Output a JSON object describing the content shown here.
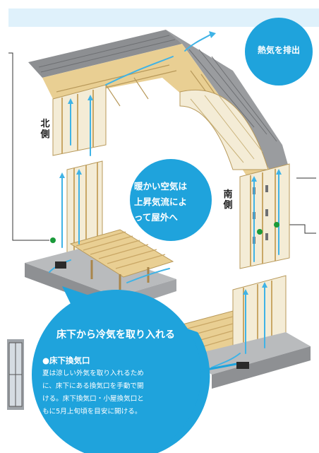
{
  "labels": {
    "north": "北側",
    "south": "南側"
  },
  "bubbles": {
    "heat_exhaust": "熱気を排出",
    "warm_air": "暖かい空気は上昇気流によって屋外へ",
    "warm_air_lines": [
      "暖かい空気は",
      "上昇気流によ",
      "って屋外へ"
    ],
    "intake_title": "床下から冷気を取り入れる",
    "intake_subtitle": "●床下換気口",
    "intake_body": "夏は涼しい外気を取り入れるために、床下にある換気口を手動で開ける。床下換気口・小屋換気口ともに5月上旬頃を目安に開ける。",
    "intake_body_lines": [
      "夏は涼しい外気を取り入れるため",
      "に、床下にある換気口を手動で開",
      "ける。床下換気口・小屋換気口と",
      "もに5月上旬頃を目安に開ける。"
    ]
  },
  "colors": {
    "bubble_blue": "#1fa3dc",
    "header_band": "#dff1fb",
    "wood": "#e9cf93",
    "roof": "#8d8f92",
    "wall": "#f4ecd6",
    "airflow": "#3fb3e6",
    "vent_marker": "#1a9a3a"
  }
}
